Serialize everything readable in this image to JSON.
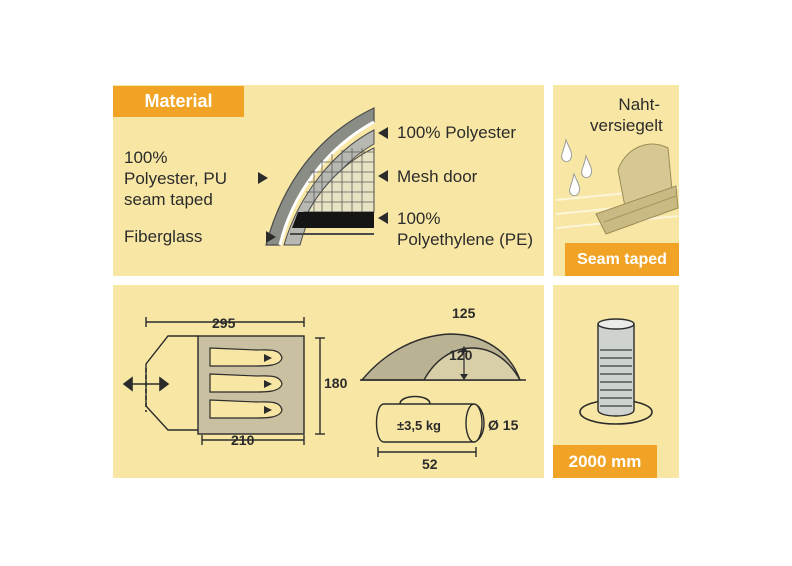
{
  "material": {
    "header": "Material",
    "left_labels": {
      "fly": "100%\nPolyester, PU\nseam taped",
      "poles": "Fiberglass"
    },
    "right_labels": {
      "inner": "100% Polyester",
      "mesh": "Mesh door",
      "floor": "100%\nPolyethylene (PE)"
    }
  },
  "seam": {
    "caption_de": "Naht-\nversiegelt",
    "tag": "Seam taped"
  },
  "dimensions": {
    "floor_length": "295",
    "floor_width": "180",
    "inner_length": "210",
    "tent_length": "125",
    "tent_height": "120",
    "pack_weight": "±3,5 kg",
    "pack_diameter": "Ø 15",
    "pack_length": "52"
  },
  "waterproof": {
    "tag": "2000 mm"
  },
  "colors": {
    "panel": "#f8e7a4",
    "accent": "#f0a324",
    "ink": "#2b2b2b"
  }
}
